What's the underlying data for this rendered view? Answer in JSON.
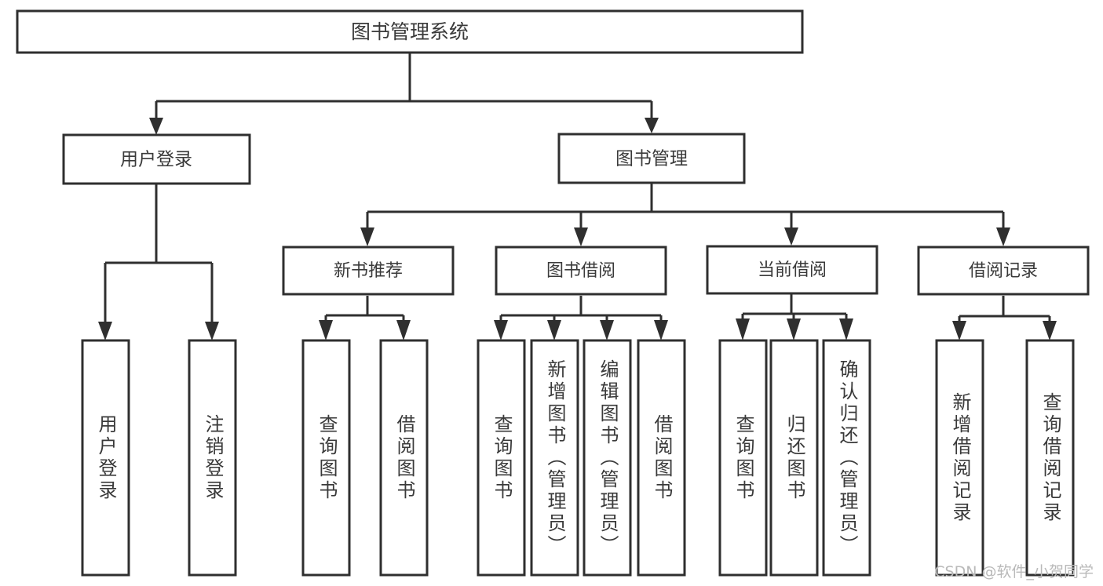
{
  "diagram": {
    "type": "tree-hierarchy",
    "title": "图书管理系统",
    "background_color": "#ffffff",
    "line_color": "#2f2f2f",
    "text_color": "#3a3a3a",
    "root": {
      "label": "图书管理系统"
    },
    "level1": [
      {
        "label": "用户登录"
      },
      {
        "label": "图书管理"
      }
    ],
    "level2": [
      {
        "label": "新书推荐"
      },
      {
        "label": "图书借阅"
      },
      {
        "label": "当前借阅"
      },
      {
        "label": "借阅记录"
      }
    ],
    "leaves": {
      "user_login": [
        {
          "label": "用户登录"
        },
        {
          "label": "注销登录"
        }
      ],
      "new_book_recommend": [
        {
          "label": "查询图书"
        },
        {
          "label": "借阅图书"
        }
      ],
      "book_borrow": [
        {
          "label": "查询图书"
        },
        {
          "label": "新增图书（管理员）"
        },
        {
          "label": "编辑图书（管理员）"
        },
        {
          "label": "借阅图书"
        }
      ],
      "current_borrow": [
        {
          "label": "查询图书"
        },
        {
          "label": "归还图书"
        },
        {
          "label": "确认归还（管理员）"
        }
      ],
      "borrow_record": [
        {
          "label": "新增借阅记录"
        },
        {
          "label": "查询借阅记录"
        }
      ]
    }
  },
  "watermark": {
    "text": "CSDN @软件_小贺同学"
  }
}
